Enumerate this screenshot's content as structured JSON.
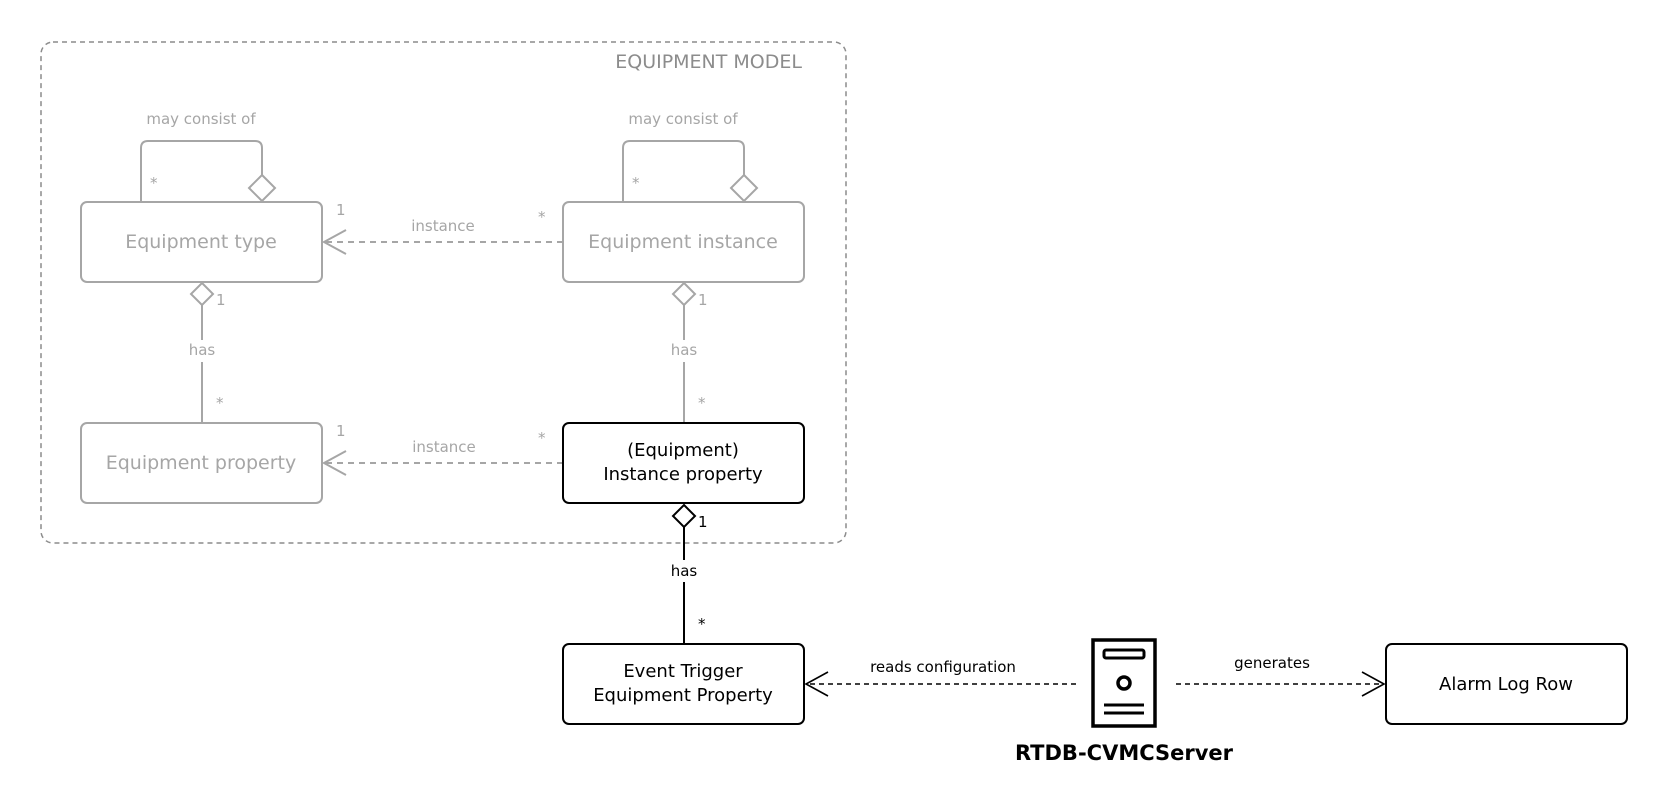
{
  "model_title": "EQUIPMENT MODEL",
  "boxes": {
    "equipment_type": {
      "lines": [
        "Equipment type"
      ]
    },
    "equipment_instance": {
      "lines": [
        "Equipment instance"
      ]
    },
    "equipment_property": {
      "lines": [
        "Equipment property"
      ]
    },
    "instance_property": {
      "lines": [
        "(Equipment)",
        "Instance property"
      ]
    },
    "event_trigger": {
      "lines": [
        "Event Trigger",
        "Equipment Property"
      ]
    },
    "alarm_log_row": {
      "lines": [
        "Alarm Log Row"
      ]
    }
  },
  "labels": {
    "may_consist_of_type": "may consist of",
    "may_consist_of_instance": "may consist of",
    "instance_top": "instance",
    "instance_bottom": "instance",
    "has_type": "has",
    "has_instance": "has",
    "has_event": "has",
    "reads_configuration": "reads configuration",
    "generates": "generates"
  },
  "multiplicities": {
    "type_self_star": "*",
    "instance_self_star": "*",
    "type_instance_one": "1",
    "type_instance_star": "*",
    "type_has_one": "1",
    "type_has_star": "*",
    "inst_has_one": "1",
    "inst_has_star": "*",
    "prop_instance_one": "1",
    "prop_instance_star": "*",
    "event_has_one": "1",
    "event_has_star": "*"
  },
  "server": {
    "label": "RTDB-CVMCServer",
    "icon": "server-icon"
  },
  "colors": {
    "active": "#000000",
    "inactive": "#a6a6a6",
    "frame": "#8c8c8c"
  }
}
